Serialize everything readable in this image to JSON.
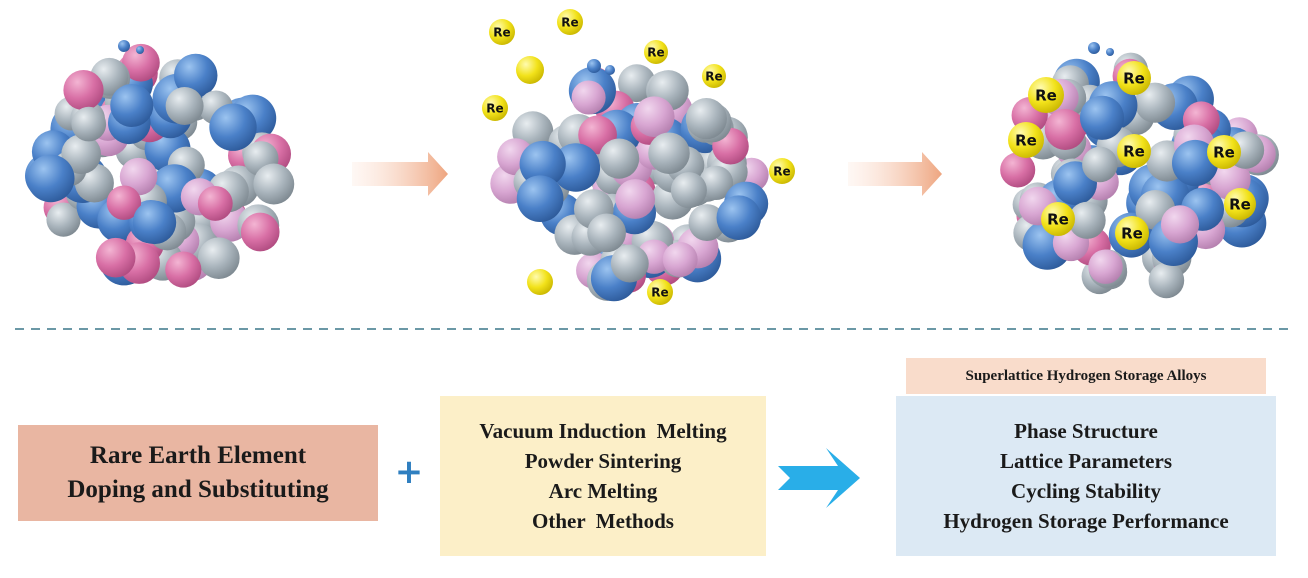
{
  "colors": {
    "blue_sphere": "#4a80c8",
    "gray_sphere": "#a9b4bc",
    "pink_sphere": "#d86fa5",
    "lilac_sphere": "#d8a6d2",
    "yellow_sphere": "#f2e21a",
    "dopant_arrow": "#eea57f",
    "process_arrow": "#29aee8",
    "divider": "#6b98a6",
    "plus": "#2f7fc0"
  },
  "dopant_label": "Re",
  "left_box": {
    "lines": [
      "Rare Earth Element",
      "Doping and Substituting"
    ]
  },
  "plus_symbol": "+",
  "middle_box": {
    "lines": [
      "Vacuum Induction  Melting",
      "Powder Sintering",
      "Arc Melting",
      "Other  Methods"
    ]
  },
  "right_box": {
    "label": "Superlattice Hydrogen Storage Alloys",
    "lines": [
      "Phase Structure",
      "Lattice Parameters",
      "Cycling Stability",
      "Hydrogen Storage Performance"
    ]
  }
}
